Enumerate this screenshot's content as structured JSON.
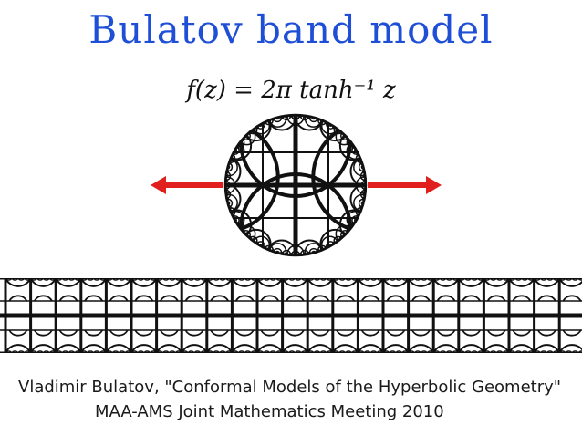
{
  "slide": {
    "title": "Bulatov band model",
    "formula": "f(z) = 2π tanh⁻¹ z",
    "citation": "Vladimir Bulatov, \"Conformal Models of the Hyperbolic Geometry\"",
    "meeting": "MAA-AMS Joint Mathematics Meeting 2010"
  },
  "colors": {
    "title": "#1f4fd6",
    "arrow": "#e21f1f",
    "tiling": "#111111"
  },
  "icons": [
    "hyperbolic-disk-tiling",
    "left-arrow-icon",
    "right-arrow-icon",
    "band-tiling"
  ]
}
